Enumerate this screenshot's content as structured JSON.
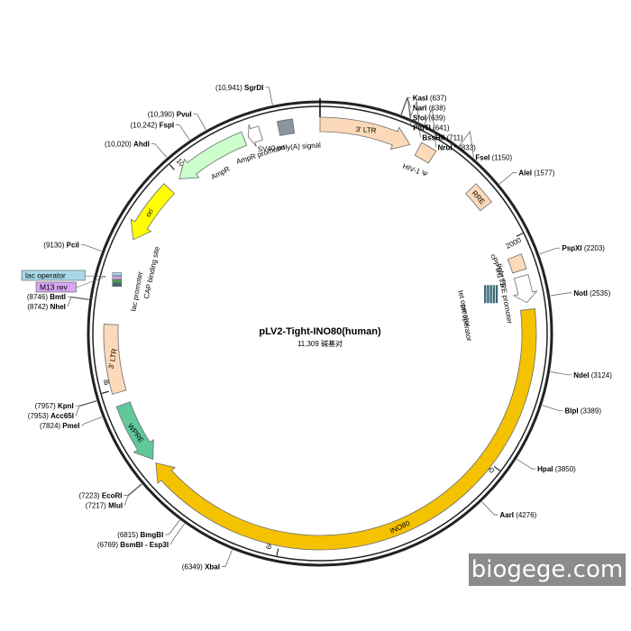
{
  "plasmid": {
    "name": "pLV2-Tight-INO80(human)",
    "length_bp": 11309,
    "length_label": "11,309 碱基对"
  },
  "colors": {
    "backbone": "#222222",
    "ltr": "#fcd9b8",
    "yellow": "#f5c200",
    "ori": "#ffff00",
    "ampr": "#ccffcc",
    "wpre": "#5fc89c",
    "gray_box": "#8c959f",
    "lac_operator": "#a8d8e8",
    "m13": "#d7a6f2"
  },
  "ticks": [
    {
      "bp": 2000,
      "label": "2000"
    },
    {
      "bp": 4000,
      "label": "4000"
    },
    {
      "bp": 6000,
      "label": "6000"
    },
    {
      "bp": 8000,
      "label": "8000"
    },
    {
      "bp": 10000,
      "label": "10,000"
    }
  ],
  "features": [
    {
      "id": "ltr-5",
      "name": "3' LTR",
      "start": 0,
      "end": 800,
      "kind": "arrow",
      "dir": 1,
      "color": "#fcd9b8",
      "label_mode": "on",
      "rotation": 4
    },
    {
      "id": "hiv-psi",
      "name": "HIV-1 Ψ",
      "start": 880,
      "end": 1020,
      "kind": "box",
      "color": "#fcd9b8",
      "label_mode": "inside",
      "rotation": 20
    },
    {
      "id": "rre",
      "name": "RRE",
      "start": 1450,
      "end": 1650,
      "kind": "box",
      "color": "#fcd9b8",
      "label_mode": "on",
      "rotation": 48
    },
    {
      "id": "cppt",
      "name": "cPPT/CTS",
      "start": 2150,
      "end": 2280,
      "kind": "box",
      "color": "#fcd9b8",
      "label_mode": "inside",
      "rotation": 72
    },
    {
      "id": "tre",
      "name": "tight TRE promoter",
      "start": 2330,
      "end": 2560,
      "kind": "arrow",
      "dir": 1,
      "color": "#ffffff",
      "label_mode": "inside",
      "rotation": 80
    },
    {
      "id": "ino80",
      "name": "INO80",
      "start": 2620,
      "end": 7280,
      "kind": "arrow",
      "dir": 1,
      "color": "#f5c200",
      "label_mode": "on",
      "rotation": -25
    },
    {
      "id": "wpre",
      "name": "WPRE",
      "start": 7320,
      "end": 7860,
      "kind": "arrow",
      "dir": -1,
      "color": "#5fc89c",
      "label_mode": "on",
      "rotation": 54
    },
    {
      "id": "ltr-3",
      "name": "3' LTR",
      "start": 7970,
      "end": 8560,
      "kind": "box",
      "color": "#fcd9b8",
      "label_mode": "on",
      "rotation": -80
    },
    {
      "id": "ori",
      "name": "ori",
      "start": 9320,
      "end": 9860,
      "kind": "arrow",
      "dir": -1,
      "color": "#ffff00",
      "label_mode": "on",
      "rotation": -58
    },
    {
      "id": "ampr",
      "name": "AmpR",
      "start": 9980,
      "end": 10640,
      "kind": "arrow",
      "dir": -1,
      "color": "#ccffcc",
      "label_mode": "inside",
      "rotation": -28
    },
    {
      "id": "ampr-prom",
      "name": "AmpR promoter",
      "start": 10680,
      "end": 10790,
      "kind": "arrow",
      "dir": -1,
      "color": "#ffffff",
      "label_mode": "inside",
      "rotation": -18
    },
    {
      "id": "sv40",
      "name": "SV40 poly(A) signal",
      "start": 10950,
      "end": 11080,
      "kind": "box",
      "color": "#8c959f",
      "label_mode": "inside",
      "rotation": -4
    }
  ],
  "inner_labels": [
    {
      "id": "tet-op-1",
      "text": "tet operator",
      "bp": 2520,
      "r": 160,
      "rotation": 78
    },
    {
      "id": "tet-op-2",
      "text": "tet operator",
      "bp": 2700,
      "r": 160,
      "rotation": 80
    },
    {
      "id": "lac-prom",
      "text": "lac promoter",
      "bp": 8890,
      "r": 206,
      "rotation": -80
    },
    {
      "id": "cap-site",
      "text": "CAP binding site",
      "bp": 9110,
      "r": 196,
      "rotation": -78
    }
  ],
  "sites": [
    {
      "name": "SgrDI",
      "pos": "(10,941)",
      "bp": 10941,
      "side": "left"
    },
    {
      "name": "PvuI",
      "pos": "(10,390)",
      "bp": 10390,
      "side": "left"
    },
    {
      "name": "FspI",
      "pos": "(10,242)",
      "bp": 10242,
      "side": "left"
    },
    {
      "name": "AhdI",
      "pos": "(10,020)",
      "bp": 10020,
      "side": "left"
    },
    {
      "name": "PciI",
      "pos": "(9130)",
      "bp": 9130,
      "side": "left"
    },
    {
      "name": "BmtI",
      "pos": "(8746)",
      "bp": 8746,
      "side": "left"
    },
    {
      "name": "NheI",
      "pos": "(8742)",
      "bp": 8742,
      "side": "left"
    },
    {
      "name": "KpnI",
      "pos": "(7957)",
      "bp": 7957,
      "side": "left"
    },
    {
      "name": "Acc65I",
      "pos": "(7953)",
      "bp": 7953,
      "side": "left"
    },
    {
      "name": "PmeI",
      "pos": "(7824)",
      "bp": 7824,
      "side": "left"
    },
    {
      "name": "EcoRI",
      "pos": "(7223)",
      "bp": 7223,
      "side": "left"
    },
    {
      "name": "MluI",
      "pos": "(7217)",
      "bp": 7217,
      "side": "left"
    },
    {
      "name": "BmgBI",
      "pos": "(6815)",
      "bp": 6815,
      "side": "left"
    },
    {
      "name": "BsmBI - Esp3I",
      "pos": "(6769)",
      "bp": 6769,
      "side": "left"
    },
    {
      "name": "XbaI",
      "pos": "(6349)",
      "bp": 6349,
      "side": "left"
    },
    {
      "name": "KasI",
      "pos": "(637)",
      "bp": 637,
      "side": "right"
    },
    {
      "name": "NarI",
      "pos": "(638)",
      "bp": 638,
      "side": "right"
    },
    {
      "name": "SfoI",
      "pos": "(639)",
      "bp": 639,
      "side": "right"
    },
    {
      "name": "PluTI",
      "pos": "(641)",
      "bp": 641,
      "side": "right"
    },
    {
      "name": "BssHII",
      "pos": "(711)",
      "bp": 711,
      "side": "right"
    },
    {
      "name": "NruI *",
      "pos": "(833)",
      "bp": 833,
      "side": "right",
      "muted": true
    },
    {
      "name": "FseI",
      "pos": "(1150)",
      "bp": 1150,
      "side": "right"
    },
    {
      "name": "AleI",
      "pos": "(1577)",
      "bp": 1577,
      "side": "right"
    },
    {
      "name": "PspXI",
      "pos": "(2203)",
      "bp": 2203,
      "side": "right"
    },
    {
      "name": "NotI",
      "pos": "(2535)",
      "bp": 2535,
      "side": "right"
    },
    {
      "name": "NdeI",
      "pos": "(3124)",
      "bp": 3124,
      "side": "right"
    },
    {
      "name": "BlpI",
      "pos": "(3389)",
      "bp": 3389,
      "side": "right"
    },
    {
      "name": "HpaI",
      "pos": "(3850)",
      "bp": 3850,
      "side": "right"
    },
    {
      "name": "AarI",
      "pos": "(4276)",
      "bp": 4276,
      "side": "right"
    }
  ],
  "boxed_labels": [
    {
      "id": "lac-operator",
      "text": "lac operator",
      "color": "#a8d8e8"
    },
    {
      "id": "m13-rev",
      "text": "M13 rev",
      "color": "#d7a6f2"
    }
  ],
  "watermark": "biogege.com"
}
